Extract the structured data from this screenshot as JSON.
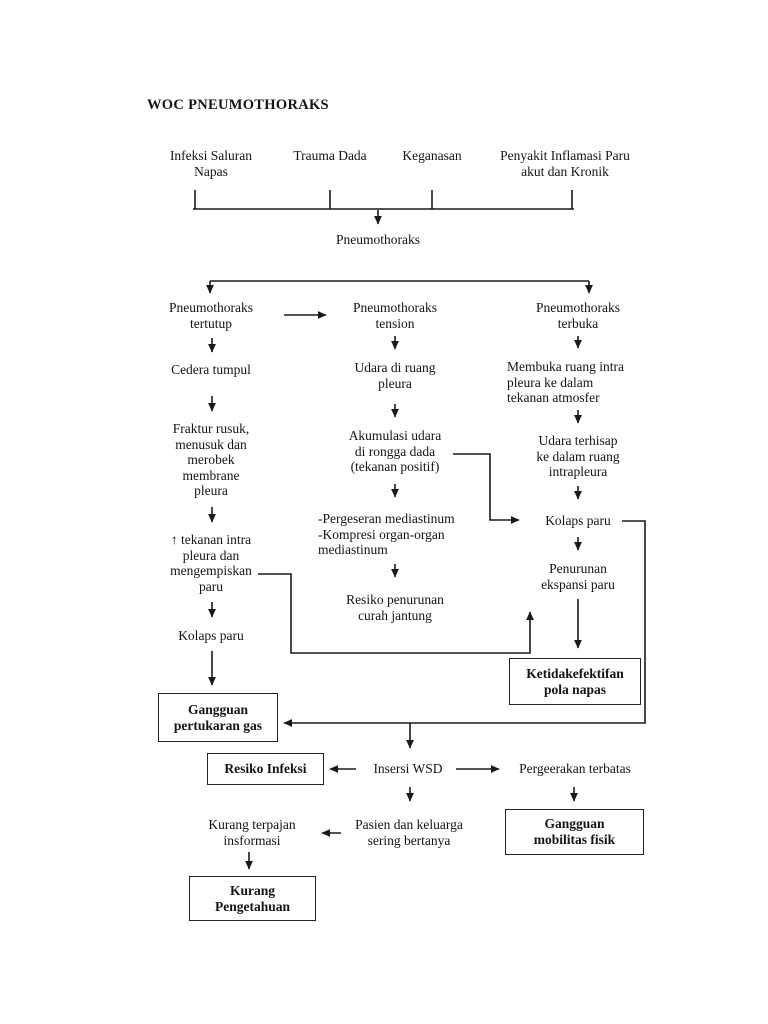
{
  "colors": {
    "background": "#ffffff",
    "ink": "#141414"
  },
  "title": "WOC PNEUMOTHORAKS",
  "causes": {
    "infeksi": [
      "Infeksi Saluran",
      "Napas"
    ],
    "trauma": "Trauma Dada",
    "keganasan": "Keganasan",
    "penyakit": [
      "Penyakit Inflamasi Paru",
      "akut dan Kronik"
    ]
  },
  "root": "Pneumothoraks",
  "branches": {
    "tertutup": [
      "Pneumothoraks",
      "tertutup"
    ],
    "tension": [
      "Pneumothoraks",
      "tension"
    ],
    "terbuka": [
      "Pneumothoraks",
      "terbuka"
    ]
  },
  "left_path": {
    "cedera": "Cedera tumpul",
    "fraktur": [
      "Fraktur rusuk,",
      "menusuk dan",
      "merobek",
      "membrane",
      "pleura"
    ],
    "tekanan": [
      "↑ tekanan intra",
      "pleura dan",
      "mengempiskan",
      "paru"
    ],
    "kolaps": "Kolaps paru",
    "box_gangguan_gas": [
      "Gangguan",
      "pertukaran gas"
    ]
  },
  "middle_path": {
    "udara": [
      "Udara di ruang",
      "pleura"
    ],
    "akumulasi": [
      "Akumulasi udara",
      "di rongga dada",
      "(tekanan positif)"
    ],
    "mediastinum": [
      "-Pergeseran mediastinum",
      "-Kompresi organ-organ",
      "mediastinum"
    ],
    "resiko_curah": [
      "Resiko penurunan",
      "curah jantung"
    ]
  },
  "right_path": {
    "membuka": [
      "Membuka ruang intra",
      "pleura ke dalam",
      "tekanan atmosfer"
    ],
    "terhisap": [
      "Udara terhisap",
      "ke dalam ruang",
      "intrapleura"
    ],
    "kolaps": "Kolaps paru",
    "penurunan": [
      "Penurunan",
      "ekspansi paru"
    ],
    "box_pola_napas": [
      "Ketidakefektifan",
      "pola napas"
    ]
  },
  "bottom": {
    "box_resiko_infeksi": "Resiko Infeksi",
    "insersi_wsd": "Insersi WSD",
    "pergeerakan": "Pergeerakan terbatas",
    "box_mobilitas": [
      "Gangguan",
      "mobilitas fisik"
    ],
    "pasien": [
      "Pasien dan keluarga",
      "sering bertanya"
    ],
    "kurang_terpajan": [
      "Kurang terpajan",
      "insformasi"
    ],
    "box_kurang_pengetahuan": [
      "Kurang",
      "Pengetahuan"
    ]
  }
}
